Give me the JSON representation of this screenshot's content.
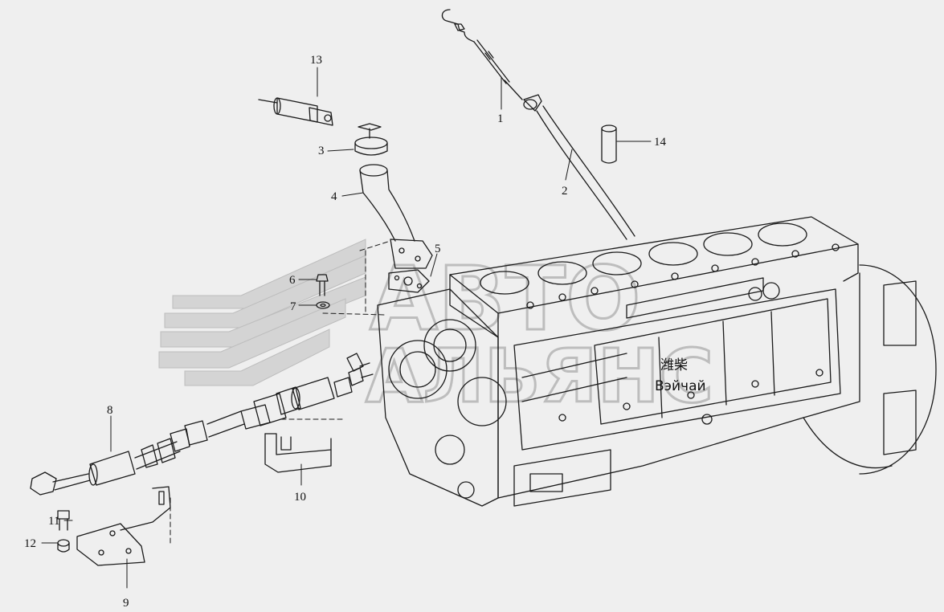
{
  "callouts": [
    {
      "id": "1",
      "label": "1"
    },
    {
      "id": "2",
      "label": "2"
    },
    {
      "id": "3",
      "label": "3"
    },
    {
      "id": "4",
      "label": "4"
    },
    {
      "id": "5",
      "label": "5"
    },
    {
      "id": "6",
      "label": "6"
    },
    {
      "id": "7",
      "label": "7"
    },
    {
      "id": "8",
      "label": "8"
    },
    {
      "id": "9",
      "label": "9"
    },
    {
      "id": "10",
      "label": "10"
    },
    {
      "id": "11",
      "label": "11"
    },
    {
      "id": "12",
      "label": "12"
    },
    {
      "id": "13",
      "label": "13"
    },
    {
      "id": "14",
      "label": "14"
    }
  ],
  "nameplate": {
    "chinese": "潍柴",
    "russian": "Вэйчай"
  },
  "watermark": {
    "line1": "АВТО",
    "line2": "АЛЬЯНС"
  },
  "colors": {
    "background": "#efefef",
    "line": "#1a1a1a",
    "watermark": "#c9c9c9"
  }
}
